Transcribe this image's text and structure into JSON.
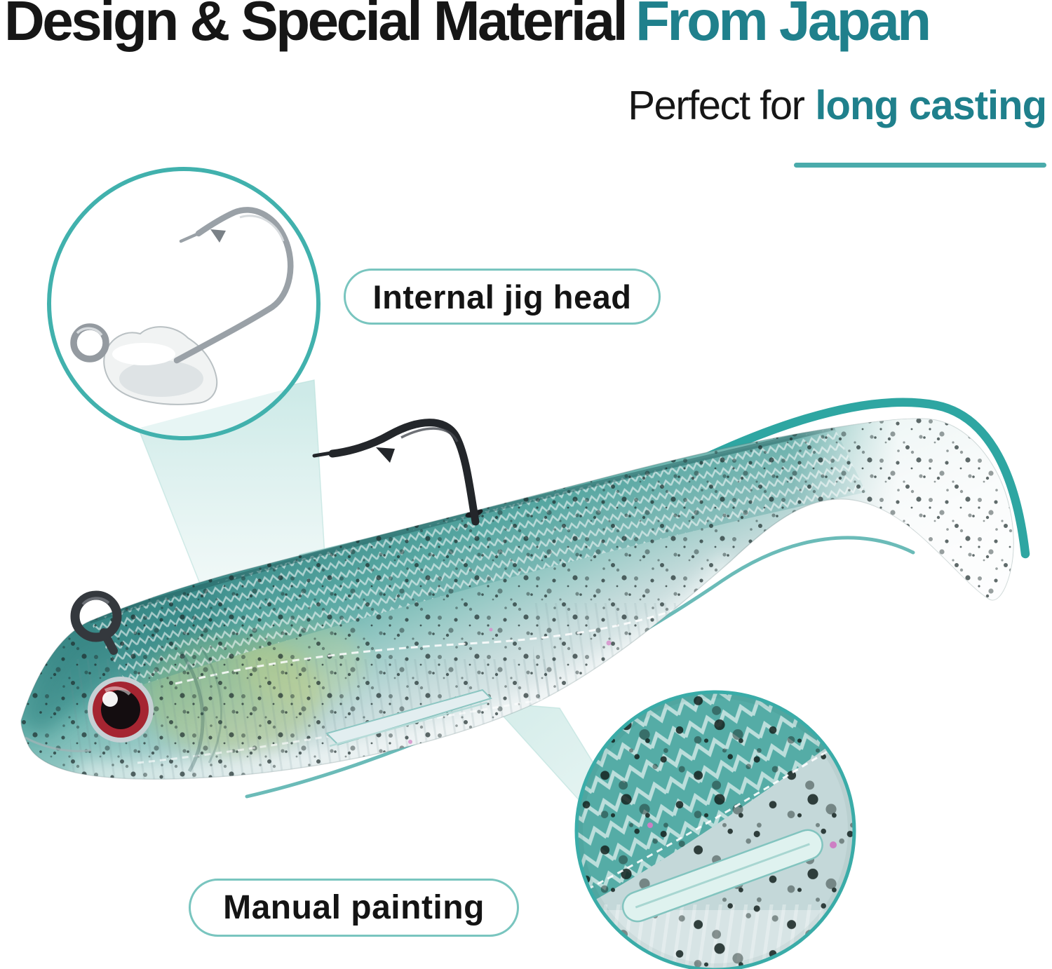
{
  "header": {
    "title_black": "Design & Special Material",
    "title_teal": "From Japan",
    "subtitle_prefix": "Perfect for",
    "subtitle_highlight": "long casting"
  },
  "callouts": [
    {
      "id": "internal-jig-head",
      "label": "Internal jig head"
    },
    {
      "id": "manual-painting",
      "label": "Manual painting"
    }
  ],
  "graphics": {
    "insets": [
      {
        "name": "jig-head-inset",
        "content": "white internal jig head with silver hook"
      },
      {
        "name": "paint-detail-inset",
        "content": "magnified hand-painted speckled scale texture"
      }
    ],
    "subject": "soft plastic paddle-tail swimbait fishing lure, teal back, white belly, red eye, exposed top hook"
  },
  "colors": {
    "ink": "#161616",
    "teal_text": "#1f808c",
    "teal_bright": "#2ea6a2",
    "underline": "#4aabab",
    "pill_border": "#79c5bf",
    "circle_border": "#41b1ad",
    "body_teal": "#4f9f9b",
    "eye_red": "#a52531"
  }
}
